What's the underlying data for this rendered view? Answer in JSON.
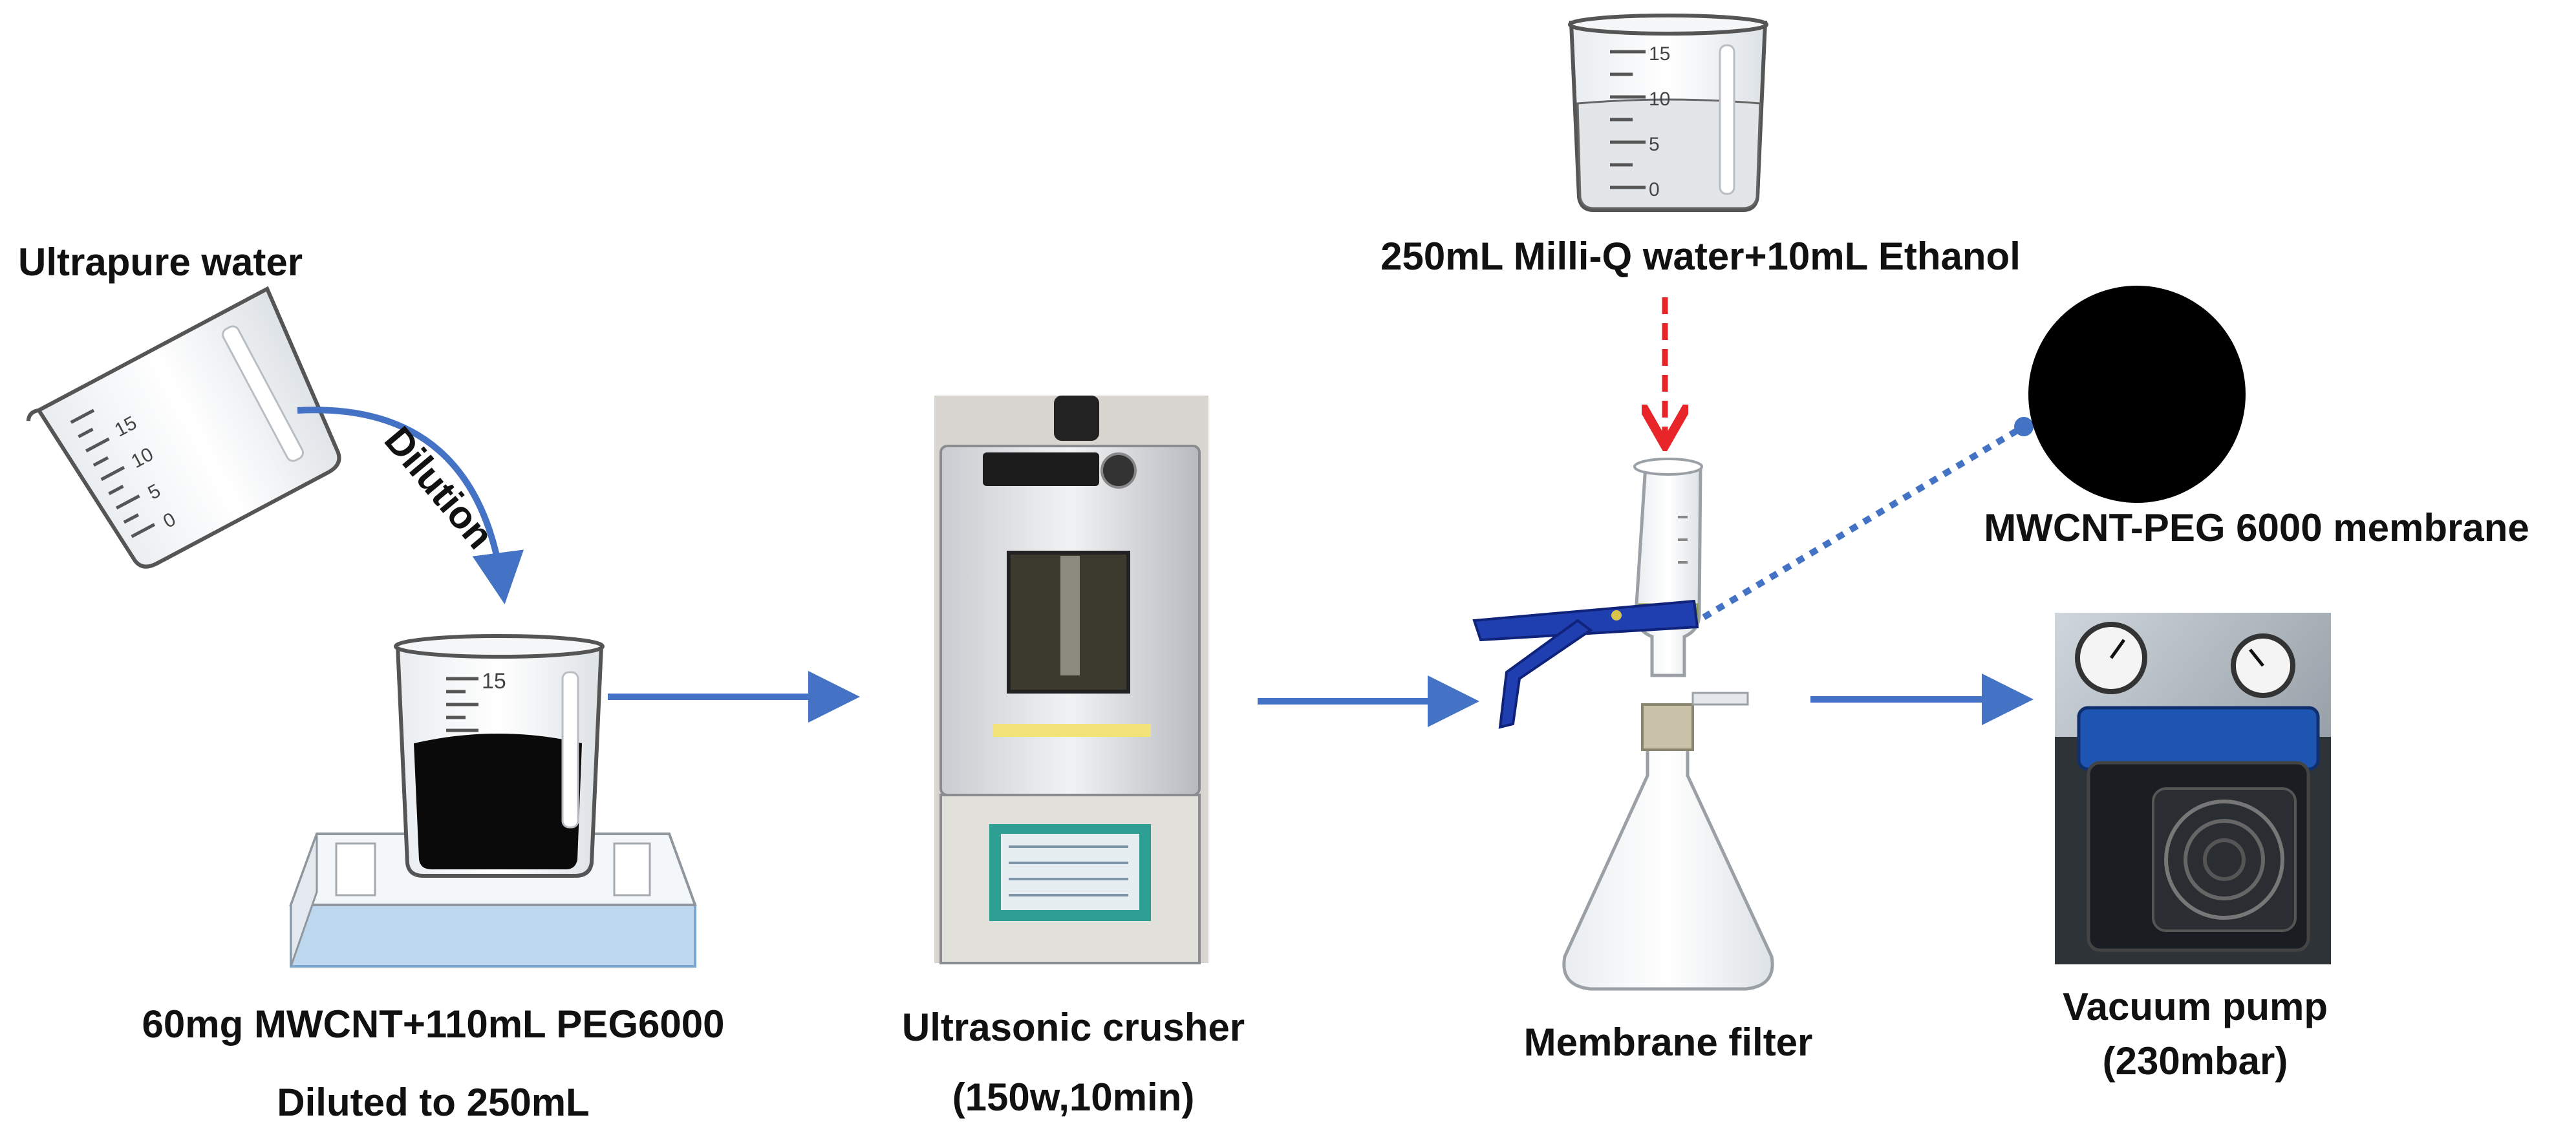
{
  "labels": {
    "ultrapure_water": "Ultrapure water",
    "dilution": "Dilution",
    "mixture_line1": "60mg MWCNT+110mL PEG6000",
    "mixture_line2": "Diluted to 250mL",
    "crusher_line1": "Ultrasonic crusher",
    "crusher_line2": "(150w,10min)",
    "rinse": "250mL Milli-Q water+10mL Ethanol",
    "membrane_filter": "Membrane filter",
    "membrane": "MWCNT-PEG 6000 membrane",
    "pump_line1": "Vacuum pump",
    "pump_line2": "(230mbar)"
  },
  "scales": {
    "pouring_beaker": [
      "0",
      "5",
      "10",
      "15"
    ],
    "mixing_beaker": [
      "15"
    ],
    "top_beaker": [
      "0",
      "5",
      "10",
      "15"
    ]
  },
  "colors": {
    "arrow": "#4472C4",
    "rinse_arrow": "#E8262A",
    "bath_water": "#BDD7EE",
    "membrane": "#000000",
    "clamp": "#1F3FB0"
  },
  "icons": {
    "pouring_beaker": "beaker-icon",
    "mixing_beaker": "beaker-icon",
    "top_beaker": "beaker-icon",
    "filter": "membrane-filter-icon",
    "crusher": "ultrasonic-crusher-icon",
    "pump": "vacuum-pump-icon",
    "membrane": "membrane-disc-icon"
  }
}
